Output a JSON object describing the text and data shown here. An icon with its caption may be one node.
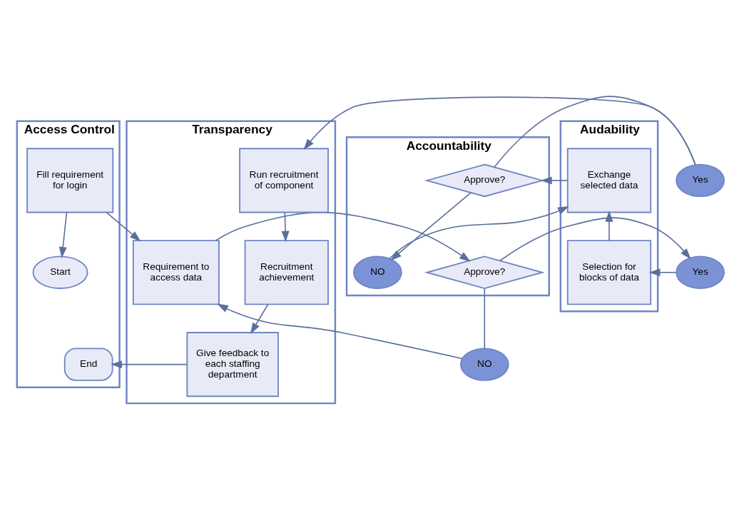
{
  "diagram": {
    "nodes": [
      {
        "text": [
          "Access Control"
        ]
      },
      {
        "text": [
          "Transparency"
        ]
      },
      {
        "text": [
          "Accountability"
        ]
      },
      {
        "text": [
          "Audability"
        ]
      },
      {
        "text": [
          "Start"
        ],
        "in": 0
      },
      {
        "text": [
          "Requirement to access data"
        ],
        "in": 1
      },
      {
        "text": [
          "Approve?"
        ],
        "in": 2
      },
      {
        "text": [
          "Yes"
        ]
      },
      {
        "text": [
          "Selection for blocks of data"
        ],
        "in": 3
      },
      {
        "text": [
          "NO"
        ]
      },
      {
        "text": [
          "Fill requirement for login"
        ],
        "in": 0
      },
      {
        "text": [
          "Run recruitment of component"
        ],
        "in": 1
      },
      {
        "text": [
          "Approve?"
        ],
        "in": 2
      },
      {
        "text": [
          "Exchange selected data"
        ],
        "in": 3
      },
      {
        "text": [
          "Yes"
        ]
      },
      {
        "text": [
          "NO"
        ],
        "in": 2
      },
      {
        "text": [
          "Recruitment achievement"
        ],
        "in": 1
      },
      {
        "text": [
          "End"
        ],
        "in": 0
      },
      {
        "text": [
          "Give feedback to each staffing department"
        ],
        "in": 1
      }
    ],
    "edges": [
      {
        "from": 10,
        "to": 4,
        "arrow": "to"
      },
      {
        "from": 10,
        "to": 5,
        "arrow": "to"
      },
      {
        "from": 5,
        "to": 6,
        "arrow": "to"
      },
      {
        "from": 6,
        "to": 7,
        "arrow": "to"
      },
      {
        "from": 7,
        "to": 8,
        "arrow": "to"
      },
      {
        "from": 6,
        "to": 9,
        "arrow": "none"
      },
      {
        "from": 9,
        "to": 5,
        "arrow": "to"
      },
      {
        "from": 8,
        "to": 13,
        "arrow": "to"
      },
      {
        "from": 13,
        "to": 12,
        "arrow": "to"
      },
      {
        "from": 12,
        "to": 14,
        "arrow": "none"
      },
      {
        "from": 14,
        "to": 11,
        "arrow": "to"
      },
      {
        "from": 12,
        "to": 15,
        "arrow": "to"
      },
      {
        "from": 15,
        "to": 13,
        "arrow": "to"
      },
      {
        "from": 11,
        "to": 16,
        "arrow": "to"
      },
      {
        "from": 16,
        "to": 18,
        "arrow": "to"
      },
      {
        "from": 18,
        "to": 17,
        "arrow": "to"
      }
    ]
  }
}
